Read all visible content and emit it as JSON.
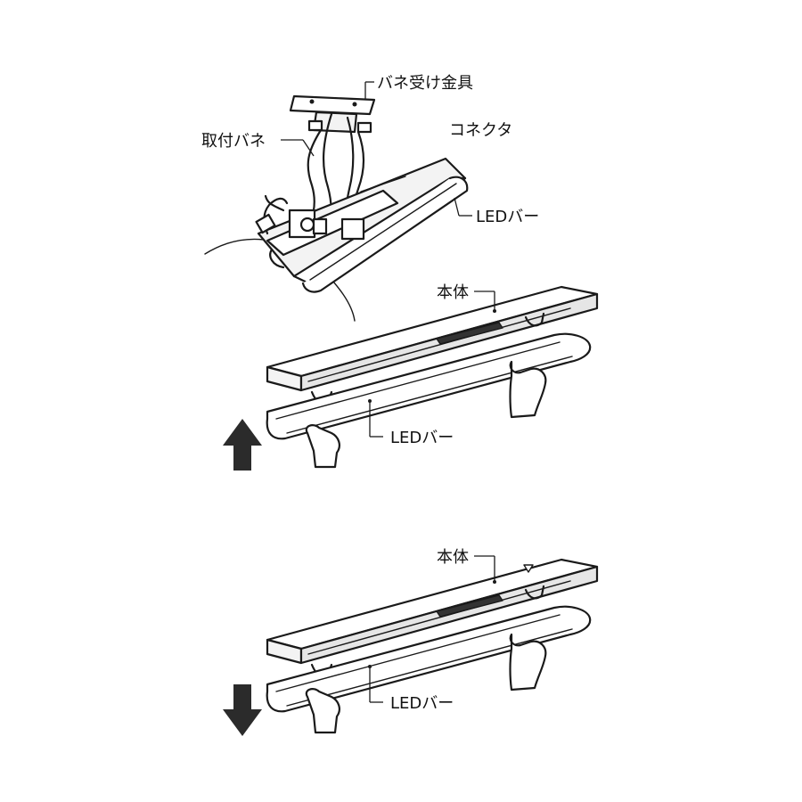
{
  "labels": {
    "spring_bracket": "バネ受け金具",
    "mounting_spring": "取付バネ",
    "connector": "コネクタ",
    "led_bar_top": "LEDバー",
    "body_mid": "本体",
    "led_bar_mid": "LEDバー",
    "body_bottom": "本体",
    "led_bar_bottom": "LEDバー"
  },
  "arrows": {
    "middle": "up-arrow-icon",
    "bottom": "down-arrow-icon"
  },
  "colors": {
    "line": "#1a1a1a",
    "arrow": "#2b2b2b",
    "background": "#ffffff"
  }
}
